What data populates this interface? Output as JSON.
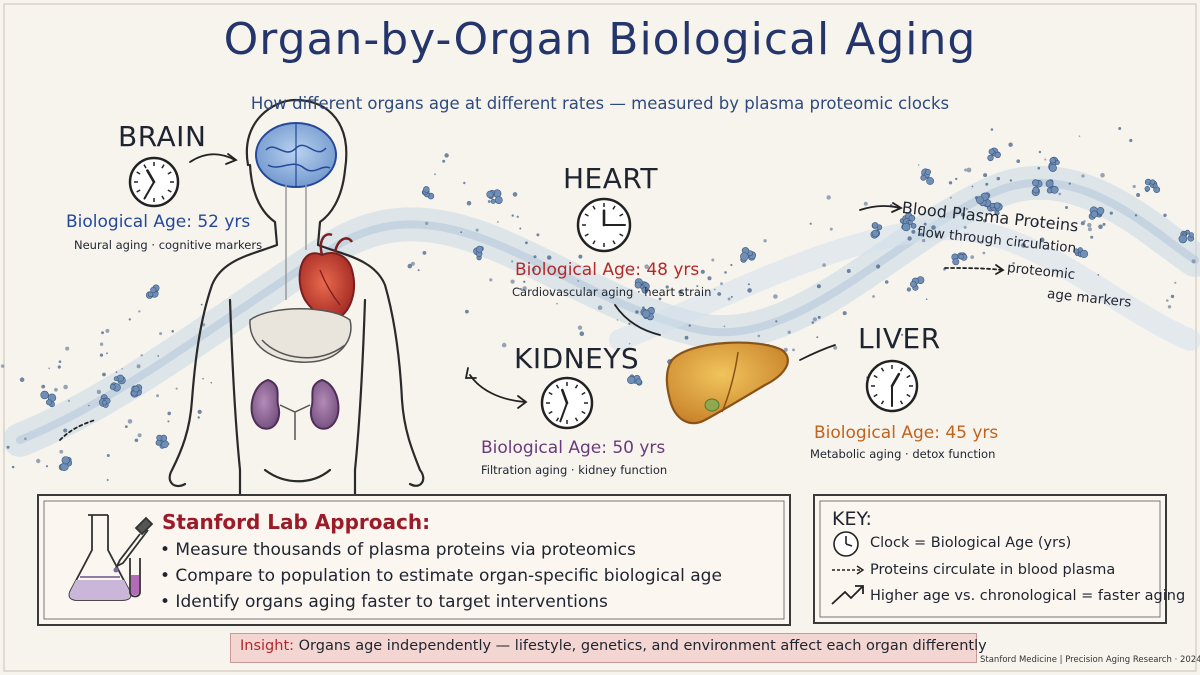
{
  "title": "Organ-by-Organ Biological Aging",
  "subtitle": "How different organs age at different rates — measured by plasma proteomic clocks",
  "organs": {
    "brain": {
      "name": "BRAIN",
      "age_label": "Biological Age: 52 yrs",
      "description": "Neural aging · cognitive markers",
      "color": "#24489a"
    },
    "heart": {
      "name": "HEART",
      "age_label": "Biological Age: 48 yrs",
      "description": "Cardiovascular aging · heart strain",
      "color": "#b32a2a"
    },
    "kidneys": {
      "name": "KIDNEYS",
      "age_label": "Biological Age: 50 yrs",
      "description": "Filtration aging · kidney function",
      "color": "#6a3a7a"
    },
    "liver": {
      "name": "LIVER",
      "age_label": "Biological Age: 45 yrs",
      "description": "Metabolic aging · detox function",
      "color": "#c2621c"
    }
  },
  "plasma": {
    "label": "Blood Plasma Proteins",
    "label_line2": "flow through circulation",
    "markers_line1": "proteomic",
    "markers_line2": "age markers"
  },
  "approach": {
    "title": "Stanford Lab Approach:",
    "bullets": [
      "• Measure thousands of plasma proteins via proteomics",
      "• Compare to population to estimate organ-specific biological age",
      "• Identify organs aging faster to target interventions"
    ]
  },
  "key": {
    "title": "KEY:",
    "items": [
      {
        "icon": "clock-icon",
        "text": "Clock = Biological Age (yrs)"
      },
      {
        "icon": "dotted-arrow-icon",
        "text": "Proteins circulate in blood plasma"
      },
      {
        "icon": "trend-up-arrow-icon",
        "text": "Higher age vs. chronological = faster aging"
      }
    ]
  },
  "insight": {
    "lead": "Insight:",
    "text": " Organs age independently — lifestyle, genetics, and environment affect each organ differently"
  },
  "footer": "Stanford Medicine  |  Precision Aging Research · 2024"
}
